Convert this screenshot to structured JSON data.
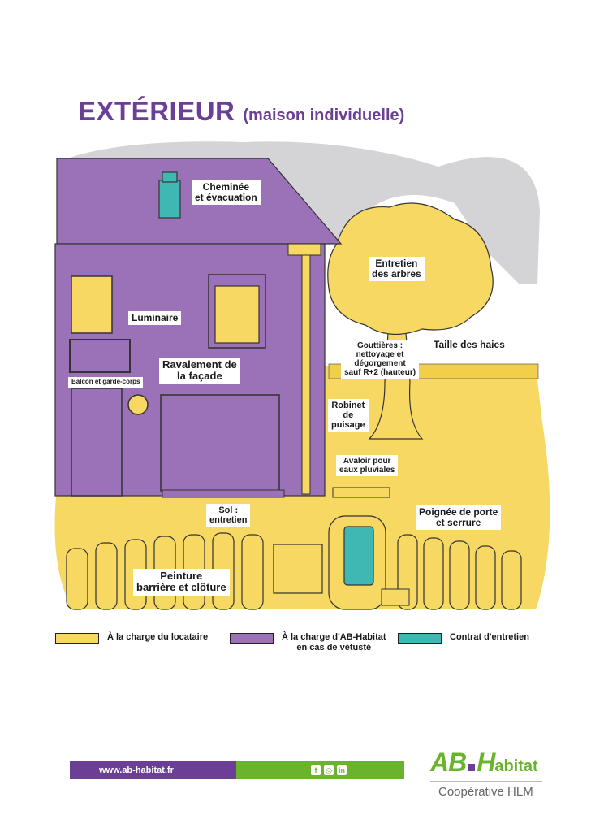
{
  "header": {
    "title": "EXTÉRIEUR",
    "subtitle": "(maison individuelle)"
  },
  "labels": {
    "chimney": "Cheminée\net évacuation",
    "trees": "Entretien\ndes arbres",
    "light": "Luminaire",
    "facade": "Ravalement de\nla façade",
    "gutters": "Gouttières :\nnettoyage et\ndégorgement\nsauf R+2 (hauteur)",
    "hedges": "Taille des haies",
    "balcony": "Balcon et garde-corps",
    "tap": "Robinet\nde\npuisage",
    "drain": "Avaloir pour\neaux pluviales",
    "ground": "Sol :\nentretien",
    "handle": "Poignée de porte\net serrure",
    "paint": "Peinture\nbarrière et clôture"
  },
  "legend": [
    {
      "label": "À la charge du locataire",
      "color": "#f6d863"
    },
    {
      "label": "À la charge d'AB-Habitat\nen cas de vétusté",
      "color": "#9b72b8"
    },
    {
      "label": "Contrat d'entretien",
      "color": "#3fb8b4"
    }
  ],
  "colors": {
    "purple": "#9b72b8",
    "yellow": "#f6d863",
    "teal": "#3fb8b4",
    "grey": "#d4d4d6",
    "brand_purple": "#6b3f95",
    "brand_green": "#6ab42d"
  },
  "footer": {
    "website": "www.ab-habitat.fr",
    "social_icons": [
      "facebook-icon",
      "instagram-icon",
      "linkedin-icon"
    ],
    "social_glyphs": [
      "f",
      "◎",
      "in"
    ]
  },
  "logo": {
    "brand_main": "AB",
    "brand_rest": "abitat",
    "brand_h": "H",
    "tagline": "Coopérative HLM"
  }
}
